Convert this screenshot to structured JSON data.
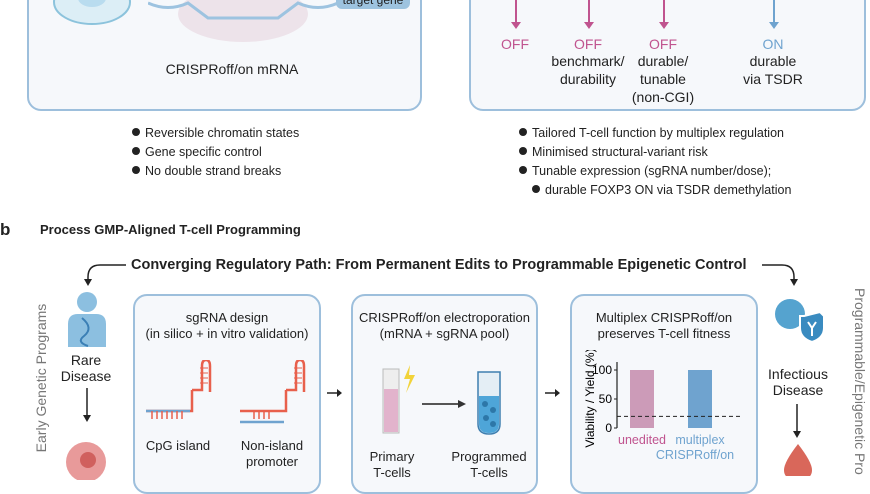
{
  "panel_a": {
    "left_box": {
      "caption": "CRISPRoff/on mRNA",
      "tag": "target gene"
    },
    "left_bullets": [
      "Reversible chromatin states",
      "Gene specific control",
      "No double strand breaks"
    ],
    "right_box": {
      "outcomes": [
        {
          "state": "OFF",
          "lines": []
        },
        {
          "state": "OFF",
          "lines": [
            "benchmark/",
            "durability"
          ]
        },
        {
          "state": "OFF",
          "lines": [
            "durable/",
            "tunable",
            "(non-CGI)"
          ]
        },
        {
          "state": "ON",
          "lines": [
            "durable",
            "via TSDR"
          ]
        }
      ]
    },
    "right_bullets": [
      "Tailored T-cell function by multiplex regulation",
      "Minimised structural-variant risk",
      "Tunable expression (sgRNA number/dose);",
      "durable FOXP3 ON via TSDR demethylation"
    ]
  },
  "panel_b": {
    "letter": "b",
    "title": "Process GMP-Aligned T-cell Programming",
    "path_title": "Converging Regulatory Path: From Permanent Edits to Programmable Epigenetic Control",
    "left_vertical": "Early Genetic Programs",
    "right_vertical": "Programmable/Epigenetic Pro",
    "left_item": "Rare\nDisease",
    "right_item": "Infectious\nDisease",
    "step1": {
      "title": "sgRNA design",
      "subtitle": "(in silico + in vitro validation)",
      "label_a": "CpG island",
      "label_b1": "Non-island",
      "label_b2": "promoter"
    },
    "step2": {
      "title": "CRISPRoff/on electroporation",
      "subtitle": "(mRNA + sgRNA pool)",
      "label_a1": "Primary",
      "label_a2": "T-cells",
      "label_b1": "Programmed",
      "label_b2": "T-cells"
    },
    "step3": {
      "title1": "Multiplex CRISPRoff/on",
      "title2": "preserves T-cell fitness"
    }
  },
  "colors": {
    "off": "#c0548f",
    "on": "#6fa3cf",
    "border": "#9dbfdc",
    "sgrna": "#e8604c"
  },
  "chart_data": {
    "type": "bar",
    "categories": [
      "unedited",
      "multiplex\nCRISPRoff/on"
    ],
    "values": [
      100,
      100
    ],
    "ylabel": "Viability / Yield (%)",
    "yticks": [
      0,
      50,
      100
    ],
    "ylim": [
      0,
      110
    ],
    "threshold": 20,
    "bar_colors": [
      "#cc9bb8",
      "#6fa3cf"
    ],
    "label_colors": [
      "#c0548f",
      "#6fa3cf"
    ]
  }
}
